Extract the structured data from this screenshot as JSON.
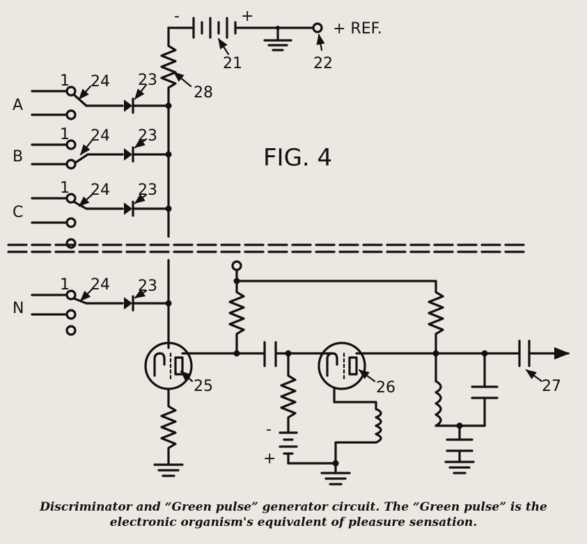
{
  "figure": {
    "title": "FIG. 4",
    "ref_label": "+ REF.",
    "battery_minus": "-",
    "battery_plus": "+",
    "inputs": [
      "A",
      "B",
      "C",
      "N"
    ],
    "switch_contact_label": "1",
    "refs": {
      "battery": "21",
      "terminal": "22",
      "diode": "23",
      "switch": "24",
      "tube_left": "25",
      "tube_right": "26",
      "capacitor_out": "27",
      "resistor_top": "28"
    },
    "bias_minus": "-",
    "bias_plus": "+"
  },
  "caption": {
    "line1": "Discriminator and “Green pulse” generator circuit. The “Green pulse” is the",
    "line2": "electronic organism's equivalent of pleasure sensation."
  }
}
